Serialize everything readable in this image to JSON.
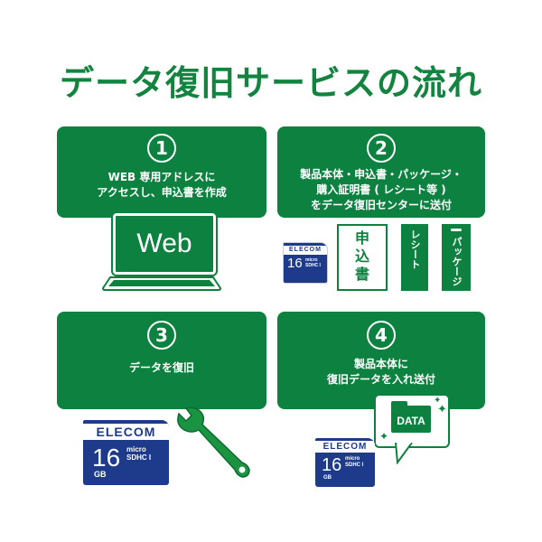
{
  "title": "データ復旧サービスの流れ",
  "colors": {
    "brand_green": "#0d8240",
    "title_green": "#13843f",
    "card_blue": "#1e3a8a"
  },
  "steps": [
    {
      "number": "1",
      "text": "WEB 専用アドレスに\nアクセスし、申込書を作成"
    },
    {
      "number": "2",
      "text": "製品本体・申込書・パッケージ・\n購入証明書 ( レシート等 )\nをデータ復旧センターに送付"
    },
    {
      "number": "3",
      "text": "データを復旧"
    },
    {
      "number": "4",
      "text": "製品本体に\n復旧データを入れ送付"
    }
  ],
  "illustrations": {
    "laptop_label": "Web",
    "sd_card": {
      "brand": "ELECOM",
      "capacity": "16",
      "unit": "GB",
      "type_line1": "micro",
      "type_line2": "SDHC I"
    },
    "form_label": "申\n込\n書",
    "receipt_label": "レシート",
    "package_label": "パッケージ",
    "data_label": "DATA"
  }
}
